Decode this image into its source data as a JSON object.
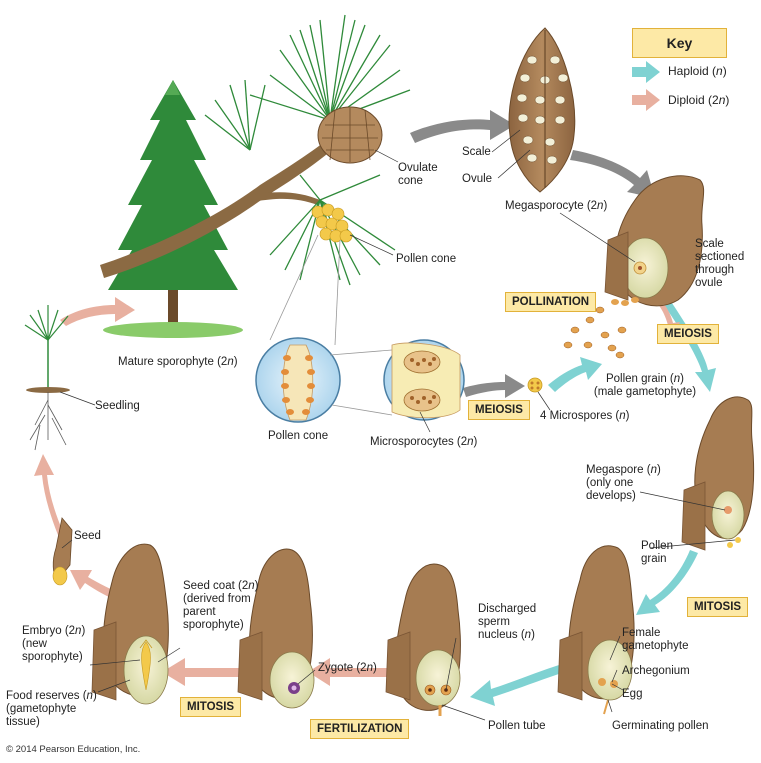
{
  "key": {
    "title": "Key",
    "haploid": {
      "pre": "Haploid (",
      "n": "n",
      "post": ")",
      "color": "#7fd2d2"
    },
    "diploid": {
      "pre": "Diploid (2",
      "n": "n",
      "post": ")",
      "color": "#e8b0a0"
    }
  },
  "stages": {
    "pollination": "POLLINATION",
    "meiosis_right": "MEIOSIS",
    "meiosis_center": "MEIOSIS",
    "mitosis_right": "MITOSIS",
    "mitosis_left": "MITOSIS",
    "fertilization": "FERTILIZATION"
  },
  "labels": {
    "ovulate_cone": [
      "Ovulate",
      "cone"
    ],
    "pollen_cone_top": "Pollen cone",
    "scale": "Scale",
    "ovule": "Ovule",
    "megasporocyte": {
      "pre": "Megasporocyte (2",
      "n": "n",
      "post": ")"
    },
    "scale_sectioned": [
      "Scale",
      "sectioned",
      "through",
      "ovule"
    ],
    "mature_sporophyte": {
      "pre": "Mature sporophyte (2",
      "n": "n",
      "post": ")"
    },
    "seedling": "Seedling",
    "pollen_cone_circle": "Pollen cone",
    "microsporocytes": {
      "pre": "Microsporocytes (2",
      "n": "n",
      "post": ")"
    },
    "four_microspores": {
      "pre": "4 Microspores (",
      "n": "n",
      "post": ")"
    },
    "pollen_grain_male": {
      "l1pre": "Pollen grain (",
      "n": "n",
      "l1post": ")",
      "l2": "(male gametophyte)"
    },
    "megaspore": {
      "l1pre": "Megaspore (",
      "n": "n",
      "l1post": ")",
      "l2": "(only one",
      "l3": "develops)"
    },
    "pollen_grain": [
      "Pollen",
      "grain"
    ],
    "female_gametophyte": [
      "Female",
      "gametophyte"
    ],
    "archegonium": "Archegonium",
    "egg": "Egg",
    "germinating_pollen": "Germinating pollen",
    "discharged_sperm": {
      "l1": "Discharged",
      "l2": "sperm",
      "l3pre": "nucleus (",
      "n": "n",
      "l3post": ")"
    },
    "pollen_tube": "Pollen tube",
    "zygote": {
      "pre": "Zygote (2",
      "n": "n",
      "post": ")"
    },
    "seed_coat": {
      "l1pre": "Seed coat (2",
      "n": "n",
      "l1post": ")",
      "l2": "(derived from",
      "l3": "parent",
      "l4": "sporophyte)"
    },
    "embryo": {
      "l1pre": "Embryo (2",
      "n": "n",
      "l1post": ")",
      "l2": "(new",
      "l3": "sporophyte)"
    },
    "food_reserves": {
      "l1pre": "Food reserves (",
      "n": "n",
      "l1post": ")",
      "l2": "(gametophyte",
      "l3": "tissue)"
    },
    "seed": "Seed"
  },
  "copyright": "© 2014 Pearson Education, Inc.",
  "colors": {
    "haploid_arrow": "#7fd2d2",
    "diploid_arrow": "#e8b0a0",
    "gray_arrow": "#8a8a8a",
    "cone_brown": "#a67c52",
    "tree_green": "#2f8a3a",
    "stage_fill": "#fde9a6",
    "stage_border": "#e2b23a"
  }
}
